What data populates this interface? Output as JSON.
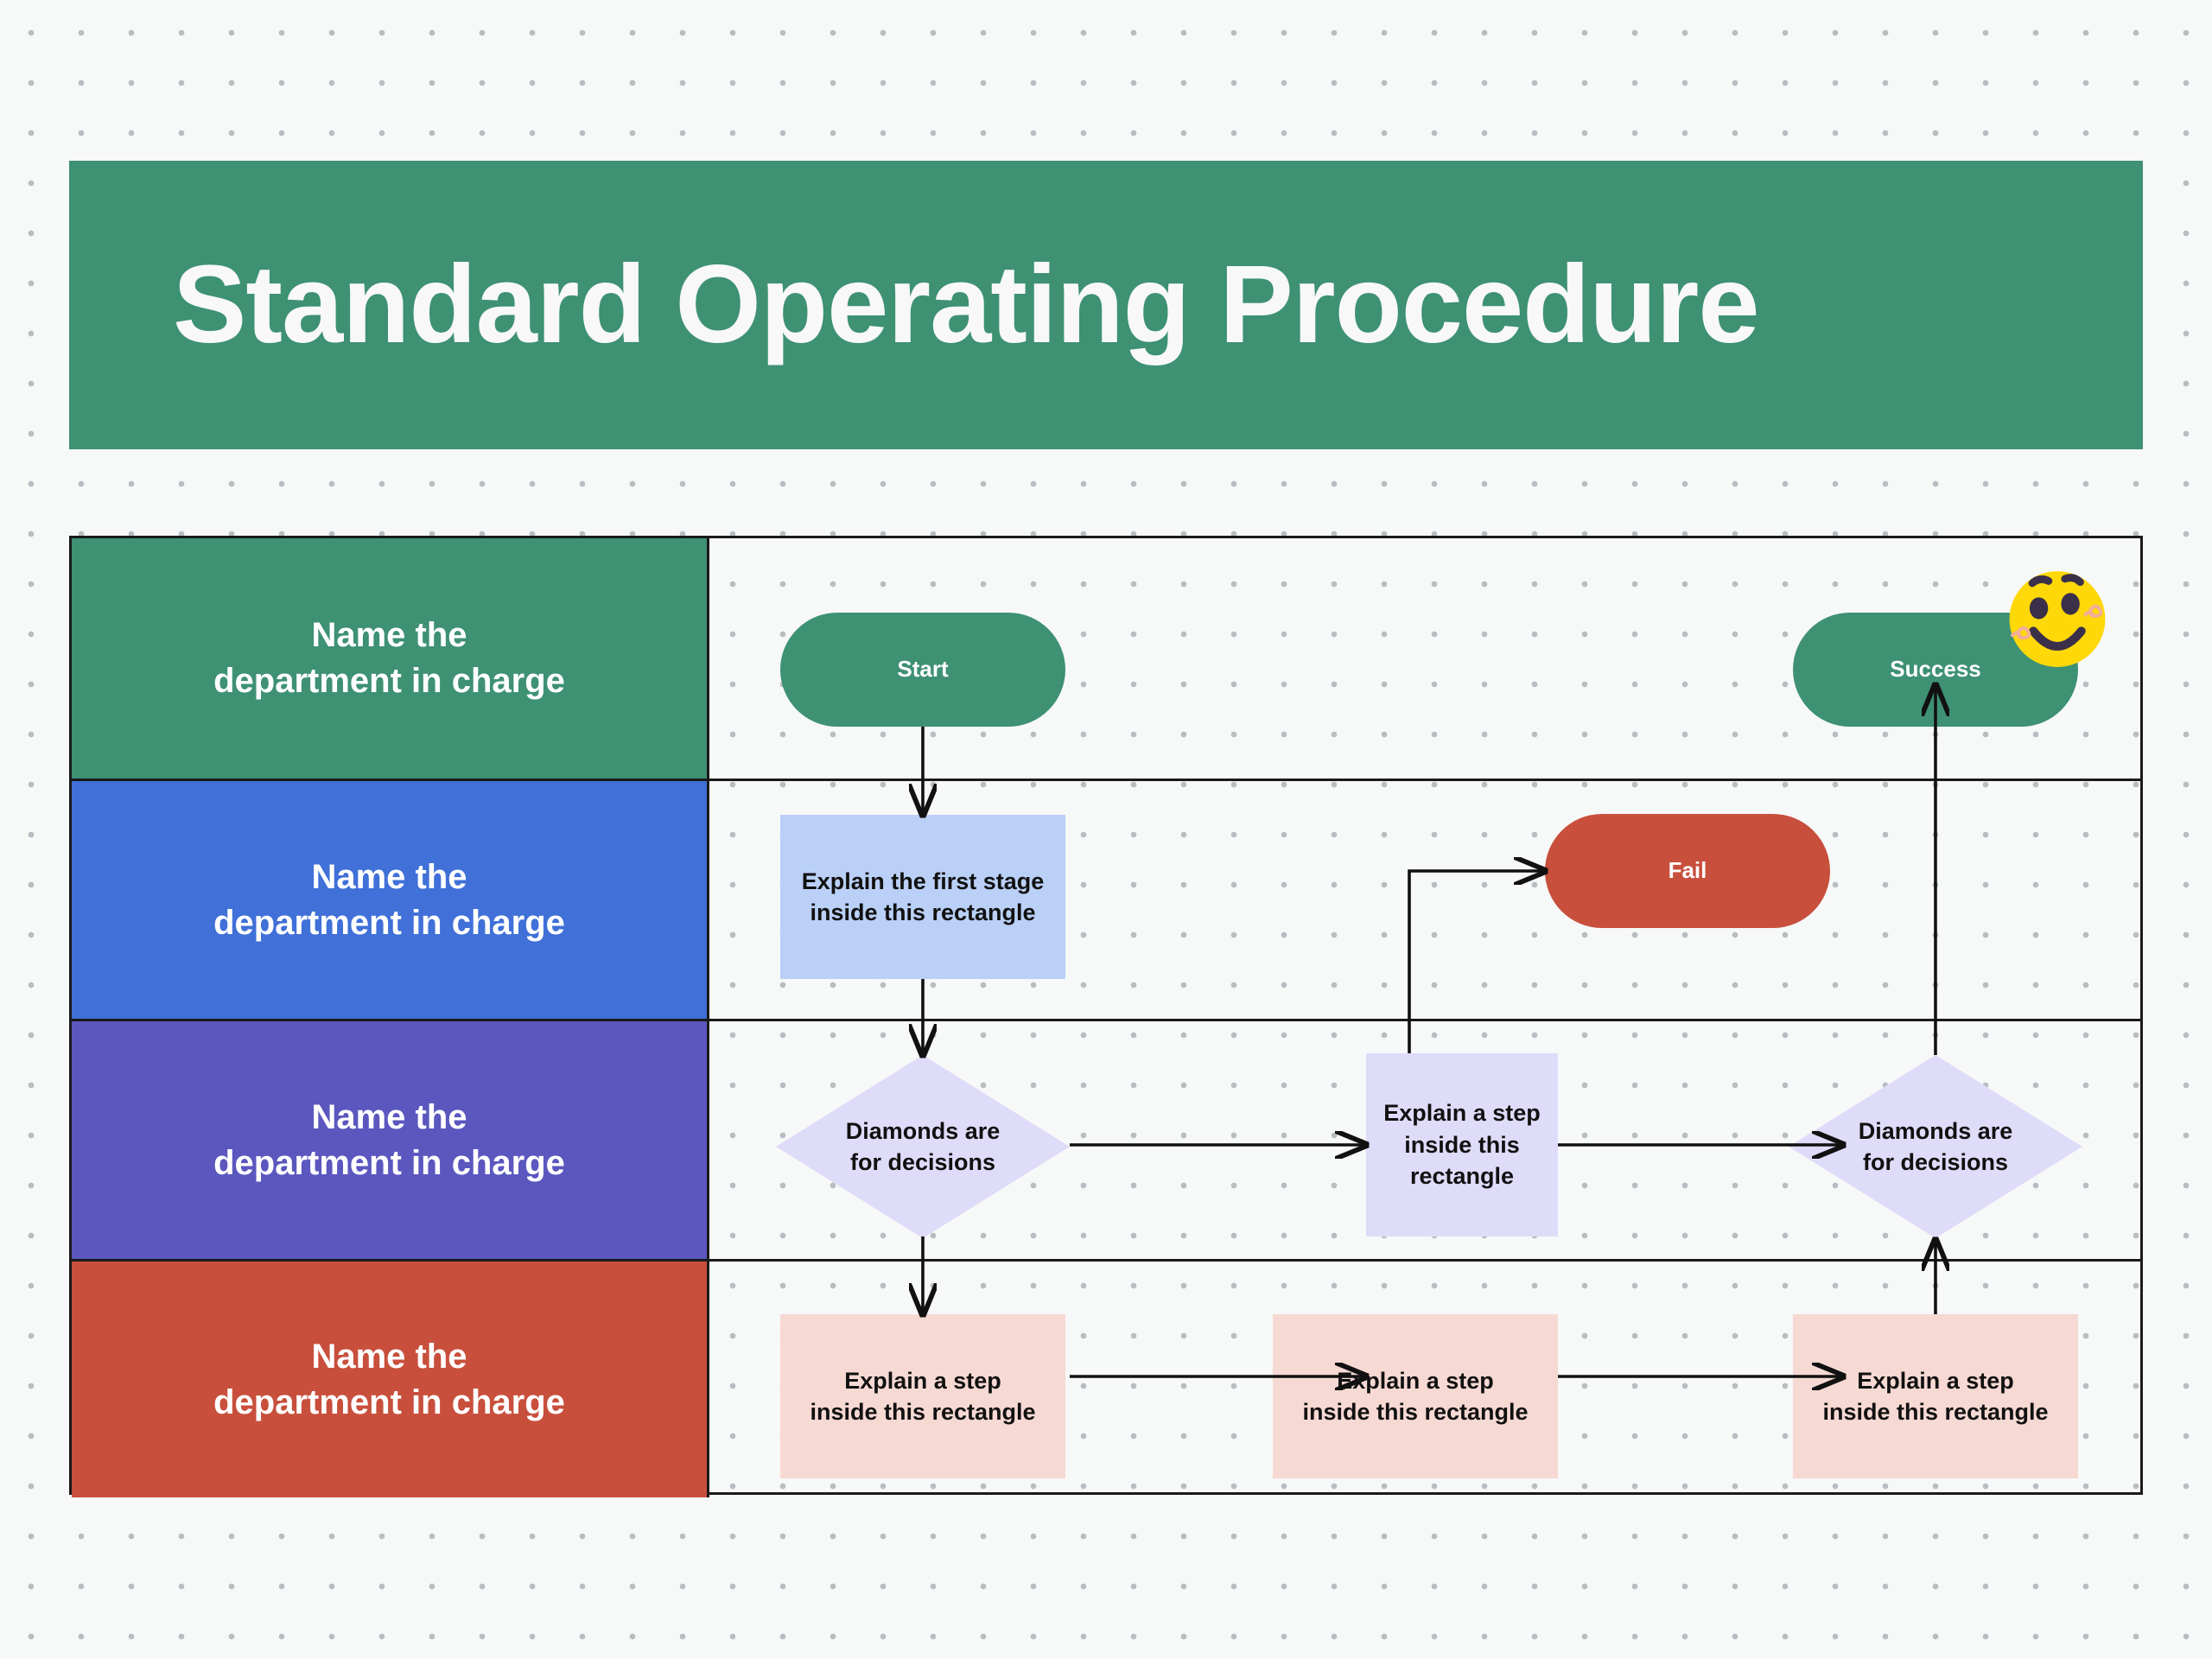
{
  "document": {
    "title": "Standard Operating Procedure",
    "background_color": "#f7f8f8",
    "grid": "dotted"
  },
  "banner": {
    "title": "Standard Operating Procedure",
    "background_color": "#3E9173",
    "text_color": "#f7f8f7"
  },
  "lanes": [
    {
      "label_line1": "Name the",
      "label_line2": "department in charge",
      "color": "#3E9173",
      "name": "lane-green"
    },
    {
      "label_line1": "Name the",
      "label_line2": "department in charge",
      "color": "#4070D8",
      "name": "lane-blue"
    },
    {
      "label_line1": "Name the",
      "label_line2": "department in charge",
      "color": "#5B57BF",
      "name": "lane-purple"
    },
    {
      "label_line1": "Name the",
      "label_line2": "department in charge",
      "color": "#C84F3C",
      "name": "lane-red"
    }
  ],
  "nodes": {
    "start": {
      "label": "Start",
      "shape": "pill",
      "color": "#3E9173",
      "lane": 0
    },
    "success": {
      "label": "Success",
      "shape": "pill",
      "color": "#3E9173",
      "lane": 0
    },
    "first_stage": {
      "line1": "Explain the first stage",
      "line2": "inside this rectangle",
      "shape": "rectangle",
      "color": "#BAD0F7",
      "lane": 1
    },
    "fail": {
      "label": "Fail",
      "shape": "pill",
      "color": "#C84F3C",
      "lane": 1
    },
    "decision_left": {
      "line1": "Diamonds are",
      "line2": "for decisions",
      "shape": "diamond",
      "color": "#DFDCF9",
      "lane": 2
    },
    "step_middle": {
      "line1": "Explain a step",
      "line2": "inside this rectangle",
      "shape": "rectangle",
      "color": "#DFDCF9",
      "lane": 2
    },
    "decision_right": {
      "line1": "Diamonds are",
      "line2": "for decisions",
      "shape": "diamond",
      "color": "#DFDCF9",
      "lane": 2
    },
    "step_b1": {
      "line1": "Explain a step",
      "line2": "inside this rectangle",
      "shape": "rectangle",
      "color": "#F7D9D3",
      "lane": 3
    },
    "step_b2": {
      "line1": "Explain a step",
      "line2": "inside this rectangle",
      "shape": "rectangle",
      "color": "#F7D9D3",
      "lane": 3
    },
    "step_b3": {
      "line1": "Explain a step",
      "line2": "inside this rectangle",
      "shape": "rectangle",
      "color": "#F7D9D3",
      "lane": 3
    }
  },
  "sticker": {
    "name": "smiley-face-emoji",
    "color": "#FFD80A",
    "feature_color": "#3B3049",
    "blush_color": "#F2AE99"
  },
  "connectors": [
    {
      "from": "start",
      "to": "first_stage",
      "direction": "down"
    },
    {
      "from": "first_stage",
      "to": "decision_left",
      "direction": "down"
    },
    {
      "from": "decision_left",
      "to": "step_middle",
      "direction": "right"
    },
    {
      "from": "decision_left",
      "to": "step_b1",
      "direction": "down"
    },
    {
      "from": "step_middle",
      "to": "fail",
      "direction": "up-right"
    },
    {
      "from": "step_middle",
      "to": "decision_right",
      "direction": "right"
    },
    {
      "from": "step_b1",
      "to": "step_b2",
      "direction": "right"
    },
    {
      "from": "step_b2",
      "to": "step_b3",
      "direction": "right"
    },
    {
      "from": "step_b3",
      "to": "decision_right",
      "direction": "up"
    },
    {
      "from": "decision_right",
      "to": "success",
      "direction": "up"
    }
  ]
}
